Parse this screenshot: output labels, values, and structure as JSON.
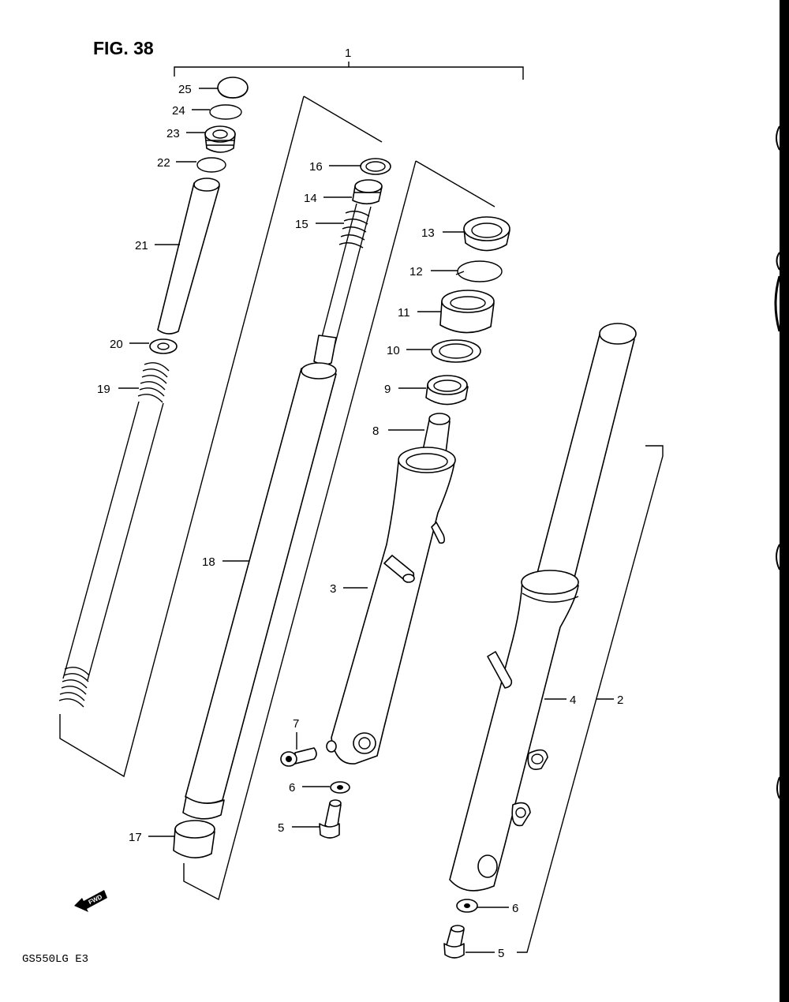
{
  "figure": {
    "title": "FIG. 38",
    "model_code": "GS550LG E3",
    "fwd_marker": "FWD"
  },
  "callouts": {
    "c1": "1",
    "c2": "2",
    "c3": "3",
    "c4": "4",
    "c5a": "5",
    "c5b": "5",
    "c6a": "6",
    "c6b": "6",
    "c7": "7",
    "c8": "8",
    "c9": "9",
    "c10": "10",
    "c11": "11",
    "c12": "12",
    "c13": "13",
    "c14": "14",
    "c15": "15",
    "c16": "16",
    "c17": "17",
    "c18": "18",
    "c19": "19",
    "c20": "20",
    "c21": "21",
    "c22": "22",
    "c23": "23",
    "c24": "24",
    "c25": "25"
  },
  "icons": {
    "fwd_arrow": "fwd-arrow-icon"
  }
}
